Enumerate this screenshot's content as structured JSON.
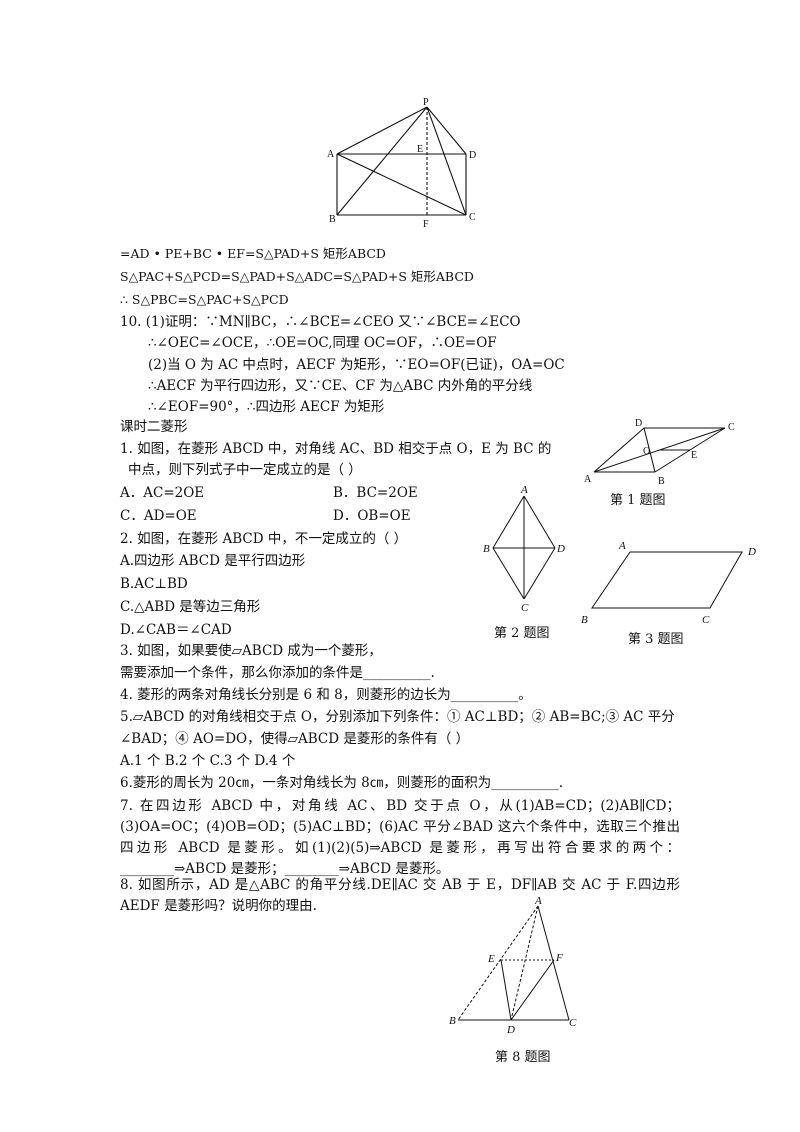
{
  "top_figure": {
    "labels": {
      "P": "P",
      "A": "A",
      "E": "E",
      "D": "D",
      "B": "B",
      "F": "F",
      "C": "C"
    }
  },
  "proof_lines": {
    "line1": "=AD • PE+BC • EF=S△PAD+S 矩形ABCD",
    "line2": "S△PAC+S△PCD=S△PAD+S△ADC=S△PAD+S 矩形ABCD",
    "line3": "∴ S△PBC=S△PAC+S△PCD",
    "q10_1a": "10.  (1)证明：∵MN∥BC，∴∠BCE=∠CEO 又∵∠BCE=∠ECO",
    "q10_1b": "∴∠OEC=∠OCE，∴OE=OC,同理 OC=OF，∴OE=OF",
    "q10_2a": "(2)当 O 为 AC 中点时，AECF 为矩形，∵EO=OF(已证)，OA=OC",
    "q10_2b": "∴AECF 为平行四边形，又∵CE、CF 为△ABC 内外角的平分线",
    "q10_2c": "∴∠EOF=90°，∴四边形 AECF 为矩形"
  },
  "section_title": "课时二菱形",
  "q1": {
    "stem_a": "1. 如图，在菱形 ABCD 中，对角线 AC、BD 相交于点 O，E 为 BC 的",
    "stem_b": "中点，则下列式子中一定成立的是（          ）",
    "optA": "A．AC=2OE",
    "optB": "B．BC=2OE",
    "optC": "C．AD=OE",
    "optD": "D．OB=OE"
  },
  "q2": {
    "stem": "2. 如图，在菱形 ABCD 中，不一定成立的（        ）",
    "optA": "A.四边形 ABCD 是平行四边形",
    "optB": "B.AC⊥BD",
    "optC": "C.△ABD 是等边三角形",
    "optD": "D.∠CAB＝∠CAD"
  },
  "q3": {
    "stem_a": "3. 如图，如果要使▱ABCD 成为一个菱形，",
    "stem_b": "需要添加一个条件，那么你添加的条件是__________."
  },
  "q4": "4. 菱形的两条对角线长分别是 6 和 8，则菱形的边长为__________。",
  "q5": {
    "stem_a": "5.▱ABCD 的对角线相交于点 O，分别添加下列条件：① AC⊥BD；② AB=BC;③ AC 平分",
    "stem_b": "∠BAD；④ AO=DO，使得▱ABCD 是菱形的条件有（             ）",
    "opts": "A.1 个       B.2 个       C.3 个       D.4 个"
  },
  "q6": "6.菱形的周长为 20㎝，一条对角线长为 8㎝，则菱形的面积为__________.",
  "q7": "7. 在四边形 ABCD 中，对角线 AC、BD 交于点 O，从(1)AB=CD；(2)AB∥CD；(3)OA=OC；(4)OB=OD；(5)AC⊥BD；(6)AC 平分∠BAD 这六个条件中，选取三个推出四边形 ABCD 是菱形。如(1)(2)(5)⇒ABCD 是菱形，再写出符合要求的两个：________⇒ABCD 是菱形；________⇒ABCD 是菱形。",
  "q8": "8. 如图所示，AD 是△ABC 的角平分线.DE∥AC 交 AB 于 E，DF∥AB 交 AC 于 F.四边形 AEDF 是菱形吗？说明你的理由.",
  "fig1": {
    "caption": "第 1 题图",
    "labels": {
      "A": "A",
      "B": "B",
      "C": "C",
      "D": "D",
      "O": "O",
      "E": "E"
    }
  },
  "fig2": {
    "caption": "第 2 题图",
    "labels": {
      "A": "A",
      "B": "B",
      "C": "C",
      "D": "D"
    }
  },
  "fig3": {
    "caption": "第 3 题图",
    "labels": {
      "A": "A",
      "B": "B",
      "C": "C",
      "D": "D"
    }
  },
  "fig8": {
    "caption": "第 8 题图",
    "labels": {
      "A": "A",
      "B": "B",
      "C": "C",
      "D": "D",
      "E": "E",
      "F": "F"
    }
  }
}
